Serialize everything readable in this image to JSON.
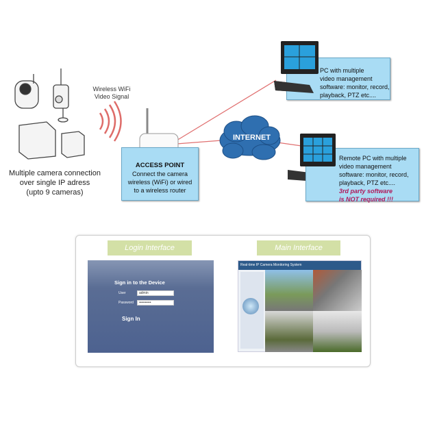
{
  "cameras": {
    "caption_lines": [
      "Multiple camera connection",
      "over single IP adress",
      "(upto 9 cameras)"
    ]
  },
  "wifi": {
    "label_lines": [
      "Wireless WiFi",
      "Video Signal"
    ]
  },
  "access_point": {
    "title": "ACCESS POINT",
    "lines": [
      "Connect the camera",
      "wireless (WiFi) or wired",
      "to a wireless router"
    ]
  },
  "internet": {
    "label": "INTERNET"
  },
  "pc_local": {
    "lines": [
      "PC with multiple",
      "video management",
      "software: monitor, record,",
      "playback, PTZ etc...."
    ]
  },
  "pc_remote": {
    "lines": [
      "Remote PC with multiple",
      "video management",
      "software: monitor, record,",
      "playback, PTZ etc...."
    ],
    "warning_lines": [
      "3rd party software",
      "is NOT required !!!"
    ]
  },
  "interfaces": {
    "login": {
      "tag": "Login Interface",
      "heading": "Sign in to the Device",
      "user_label": "User",
      "user_value": "admin",
      "password_label": "Password",
      "password_value": "••••••••••",
      "sign_in": "Sign In"
    },
    "main": {
      "tag": "Main Interface",
      "title": "Real-time IP Camera Monitoring System"
    }
  },
  "colors": {
    "box": "#a9dcf4",
    "link_line": "#e07070",
    "cloud": "#2f6fb0",
    "tag": "#d3e0a6",
    "warning": "#b0185a"
  }
}
